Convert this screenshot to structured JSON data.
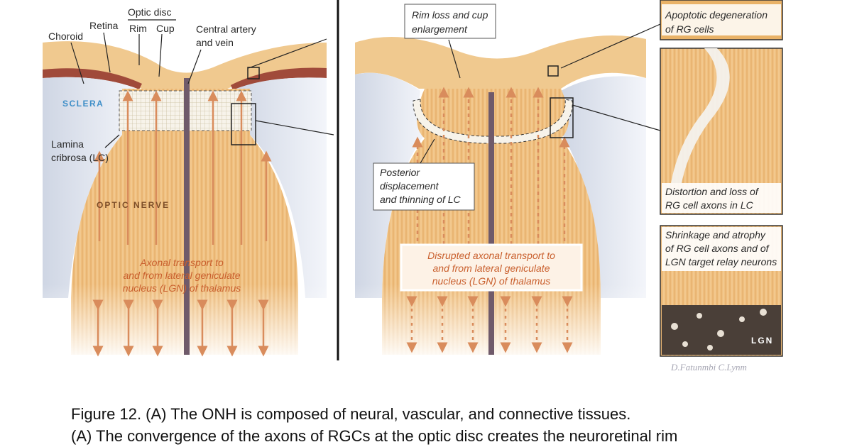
{
  "panel_a": {
    "choroid": "Choroid",
    "retina": "Retina",
    "optic_disc": "Optic disc",
    "rim": "Rim",
    "cup": "Cup",
    "central_line1": "Central artery",
    "central_line2": "and vein",
    "sclera": "SCLERA",
    "lamina_line1": "Lamina",
    "lamina_line2": "cribrosa (LC)",
    "optic_nerve": "OPTIC NERVE",
    "transport_line1": "Axonal transport to",
    "transport_line2": "and from lateral geniculate",
    "transport_line3": "nucleus (LGN) of thalamus"
  },
  "panel_b": {
    "rim_loss_line1": "Rim loss and cup",
    "rim_loss_line2": "enlargement",
    "posterior_line1": "Posterior",
    "posterior_line2": "displacement",
    "posterior_line3": "and thinning of LC",
    "disrupted_line1": "Disrupted axonal transport to",
    "disrupted_line2": "and from lateral geniculate",
    "disrupted_line3": "nucleus (LGN) of thalamus"
  },
  "insets": {
    "apoptotic_line1": "Apoptotic degeneration",
    "apoptotic_line2": "of RG cells",
    "distortion_line1": "Distortion and loss of",
    "distortion_line2": "RG cell axons in LC",
    "shrinkage_line1": "Shrinkage and atrophy",
    "shrinkage_line2": "of RG cell axons and of",
    "shrinkage_line3": "LGN target relay neurons",
    "lgn": "LGN"
  },
  "signature": "D.Fatunmbi  C.Lynm",
  "caption": {
    "line1": "Figure 12. (A) The ONH is composed of neural, vascular, and connective tissues.",
    "line2": "(A) The convergence of the axons of RGCs at the optic disc creates the neuroretinal rim"
  }
}
